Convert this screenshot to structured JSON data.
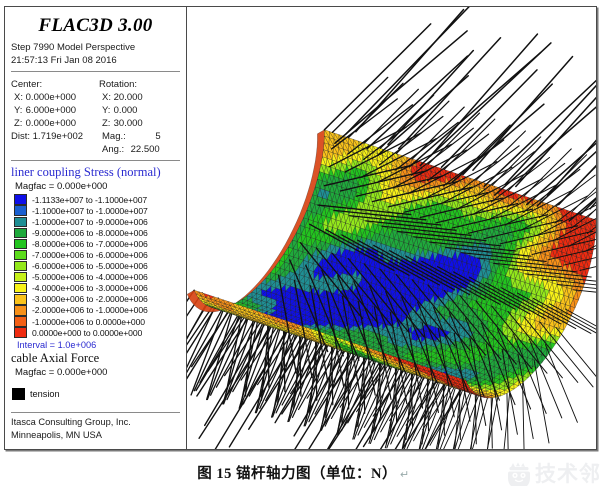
{
  "app": {
    "title": "FLAC3D 3.00",
    "step_line": "Step 7990  Model Perspective",
    "time_line": "21:57:13 Fri Jan 08 2016"
  },
  "view_params": {
    "center_header": "Center:",
    "rotation_header": "Rotation:",
    "center": [
      {
        "axis": "X:",
        "value": "0.000e+000"
      },
      {
        "axis": "Y:",
        "value": "6.000e+000"
      },
      {
        "axis": "Z:",
        "value": "0.000e+000"
      }
    ],
    "dist_label": "Dist:",
    "dist_value": "1.719e+002",
    "rotation": [
      {
        "axis": "X:",
        "value": "20.000"
      },
      {
        "axis": "Y:",
        "value": "0.000"
      },
      {
        "axis": "Z:",
        "value": "30.000"
      }
    ],
    "mag_label": "Mag.:",
    "mag_value": "5",
    "ang_label": "Ang.:",
    "ang_value": "22.500"
  },
  "legend": {
    "title": "liner coupling Stress (normal)",
    "magfac_label": "Magfac =  0.000e+000",
    "interval_label": "Interval =  1.0e+006",
    "title_color": "#2a2ad0",
    "entries": [
      {
        "color": "#0f0fe8",
        "label": "-1.1133e+007 to -1.1000e+007"
      },
      {
        "color": "#1a5fd0",
        "label": "-1.1000e+007 to -1.0000e+007"
      },
      {
        "color": "#1f8f94",
        "label": "-1.0000e+007 to -9.0000e+006"
      },
      {
        "color": "#1faa3c",
        "label": "-9.0000e+006 to -8.0000e+006"
      },
      {
        "color": "#22c41f",
        "label": "-8.0000e+006 to -7.0000e+006"
      },
      {
        "color": "#5cdc1c",
        "label": "-7.0000e+006 to -6.0000e+006"
      },
      {
        "color": "#93e81b",
        "label": "-6.0000e+006 to -5.0000e+006"
      },
      {
        "color": "#c6f01a",
        "label": "-5.0000e+006 to -4.0000e+006"
      },
      {
        "color": "#f7f118",
        "label": "-4.0000e+006 to -3.0000e+006"
      },
      {
        "color": "#f9c21a",
        "label": "-3.0000e+006 to -2.0000e+006"
      },
      {
        "color": "#f79018",
        "label": "-2.0000e+006 to -1.0000e+006"
      },
      {
        "color": "#f35f15",
        "label": "-1.0000e+006 to  0.0000e+000"
      },
      {
        "color": "#ef2b10",
        "label": " 0.0000e+000 to  0.0000e+000"
      }
    ]
  },
  "cable": {
    "title": "cable Axial Force",
    "magfac_label": "Magfac =  0.000e+000",
    "tension_label": "tension",
    "tension_color": "#000000"
  },
  "vendor": {
    "line1": "Itasca Consulting Group, Inc.",
    "line2": "Minneapolis, MN  USA"
  },
  "caption": {
    "text": "图 15  锚杆轴力图（单位：N）",
    "pilcrow": "↵"
  },
  "watermark": {
    "text": "技术邻"
  },
  "model": {
    "description": "3D tunnel liner mesh with radial cable bolts",
    "mesh_colors": [
      "#0f0fe8",
      "#1f8f94",
      "#1faa3c",
      "#22c41f",
      "#93e81b",
      "#f7f118",
      "#f9c21a",
      "#f79018",
      "#ef2b10"
    ],
    "bolt_color": "#111111"
  }
}
